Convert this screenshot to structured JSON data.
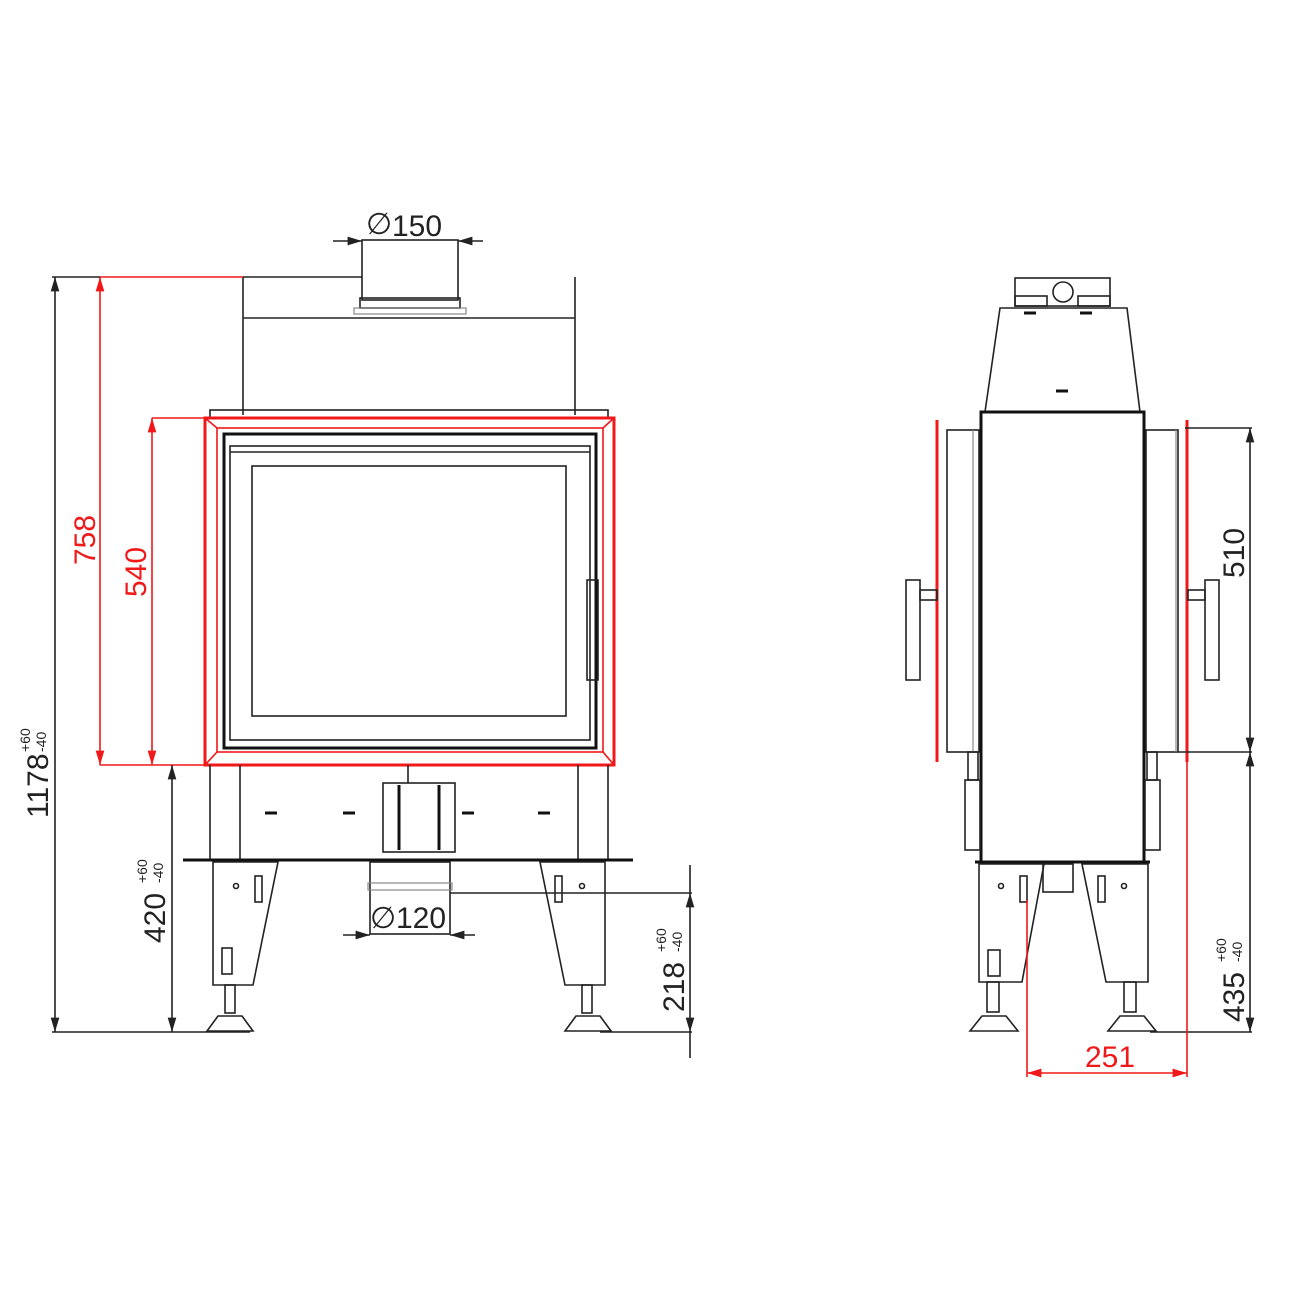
{
  "colors": {
    "line": "#222222",
    "highlight": "#f01818",
    "background": "#ffffff"
  },
  "front_view": {
    "flue_top": {
      "symbol": "∅",
      "value": "150"
    },
    "flue_bottom": {
      "symbol": "∅",
      "value": "120"
    },
    "dims": {
      "overall_height": {
        "value": "1178",
        "upper": "+60",
        "lower": "-40"
      },
      "frame_height": {
        "value": "758"
      },
      "door_height": {
        "value": "540"
      },
      "base_height": {
        "value": "420",
        "upper": "+60",
        "lower": "-40"
      },
      "outlet_height": {
        "value": "218",
        "upper": "+60",
        "lower": "-40"
      }
    }
  },
  "side_view": {
    "dims": {
      "side_glass_height": {
        "value": "510"
      },
      "side_base_height": {
        "value": "435",
        "upper": "+60",
        "lower": "-40"
      },
      "depth": {
        "value": "251"
      }
    }
  }
}
